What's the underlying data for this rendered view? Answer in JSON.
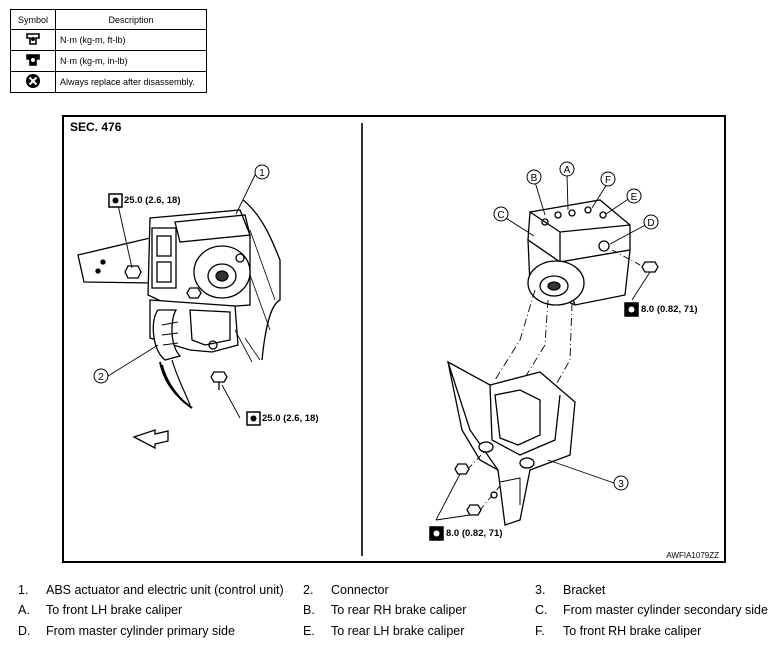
{
  "legend": {
    "header_symbol": "Symbol",
    "header_description": "Description",
    "rows": [
      {
        "icon": "torque-wrench-icon",
        "text": "N·m (kg-m, ft-lb)"
      },
      {
        "icon": "torque-wrench-in-lb-icon",
        "text": "N·m (kg-m, in-lb)"
      },
      {
        "icon": "always-replace-icon",
        "text": "Always replace after disassembly."
      }
    ]
  },
  "diagram": {
    "section": "SEC. 476",
    "figure_id": "AWFIA1079ZZ",
    "torque_upper_left": "25.0 (2.6, 18)",
    "torque_lower_left": "25.0 (2.6, 18)",
    "torque_right_upper": "8.0 (0.82, 71)",
    "torque_right_lower": "8.0 (0.82, 71)",
    "markers": {
      "n1": "1",
      "n2": "2",
      "n3": "3",
      "A": "A",
      "B": "B",
      "C": "C",
      "D": "D",
      "E": "E",
      "F": "F"
    }
  },
  "callouts": [
    [
      {
        "key": "1.",
        "text": "ABS actuator and electric unit (control unit)"
      },
      {
        "key": "2.",
        "text": "Connector"
      },
      {
        "key": "3.",
        "text": "Bracket"
      }
    ],
    [
      {
        "key": "A.",
        "text": "To front LH brake caliper"
      },
      {
        "key": "B.",
        "text": "To rear RH brake caliper"
      },
      {
        "key": "C.",
        "text": "From master cylinder secondary side"
      }
    ],
    [
      {
        "key": "D.",
        "text": "From master cylinder primary side"
      },
      {
        "key": "E.",
        "text": "To rear LH brake caliper"
      },
      {
        "key": "F.",
        "text": "To front RH brake caliper"
      }
    ]
  ]
}
